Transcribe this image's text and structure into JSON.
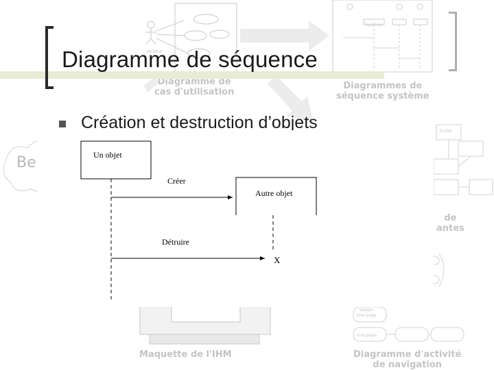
{
  "slide": {
    "title": "Diagramme de séquence",
    "bullet": "Création et destruction d’objets"
  },
  "background": {
    "labels": {
      "use_case": "Diagramme de\ncas d'utilisation",
      "system_sequence": "Diagrammes de\nséquence système",
      "components_suffix": "de",
      "components_suffix2": "antes",
      "ihm_mockup": "Maquette de l'IHM",
      "navigation_activity": "Diagramme d'activité\nde navigation",
      "cloud_fragment": "Be",
      "actor": "Acteur",
      "system": "Système",
      "entity": "Entité",
      "page": "Une page",
      "web_page": "«page»\nUne page"
    }
  },
  "diagram": {
    "objects": [
      {
        "label": "Un objet"
      },
      {
        "label": "Autre objet"
      }
    ],
    "messages": [
      {
        "label": "Créer"
      },
      {
        "label": "Détruire"
      }
    ],
    "destruction_mark": "X"
  },
  "colors": {
    "title_text": "#1a1a1a",
    "background_ghost": "#c4c4c4",
    "accent_bar": "#e9ebd6"
  }
}
